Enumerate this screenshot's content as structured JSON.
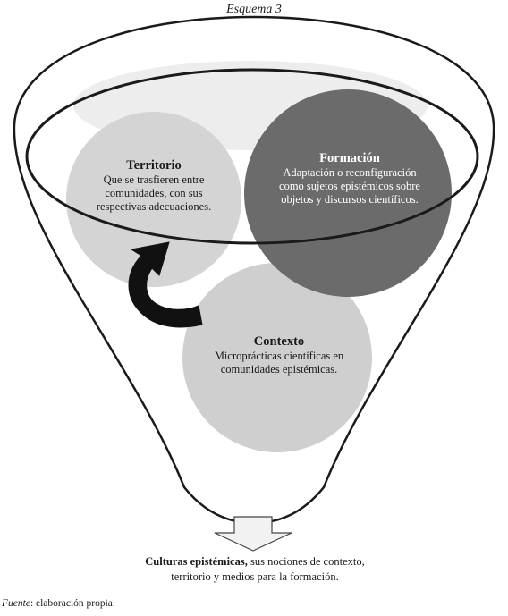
{
  "caption": "Esquema 3",
  "nodes": {
    "territorio": {
      "title": "Territorio",
      "text": "Que se trasfieren entre comunidades, con sus respectivas adecuaciones."
    },
    "formacion": {
      "title": "Formación",
      "text": "Adaptación o reconfiguración como sujetos epistémicos sobre objetos y discursos científicos."
    },
    "contexto": {
      "title": "Contexto",
      "text": "Microprácticas científicas en comunidades epistémicas."
    }
  },
  "result": {
    "bold": "Culturas epistémicas,",
    "rest": " sus nociones de contexto, territorio y medios para la formación."
  },
  "source": {
    "label": "Fuente",
    "text": ": elaboración propia."
  },
  "colors": {
    "territorio_fill": "#d4d4d4",
    "formacion_fill": "#6b6b6b",
    "contexto_fill": "#cfcfcf",
    "funnel_stroke": "#1a1a1a",
    "arrow_fill": "#111111"
  }
}
